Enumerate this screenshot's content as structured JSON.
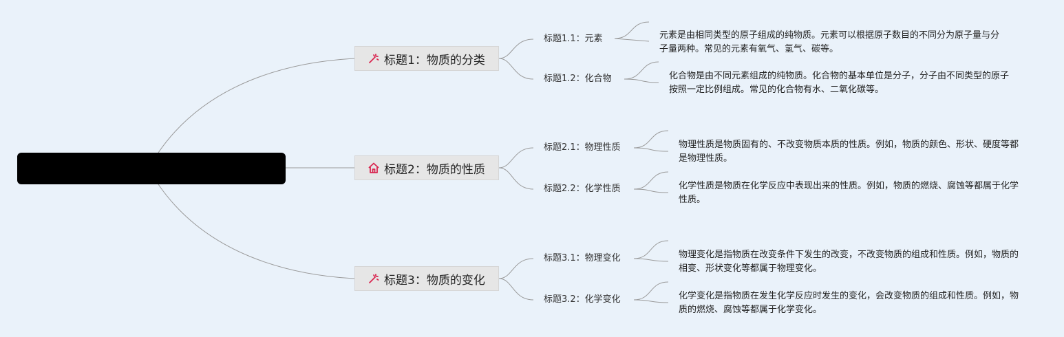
{
  "root": {
    "label": ""
  },
  "topics": [
    {
      "label": "标题1：物质的分类",
      "icon": "magic-wand-icon",
      "subs": [
        {
          "label": "标题1.1：元素",
          "leaf": "元素是由相同类型的原子组成的纯物质。元素可以根据原子数目的不同分为原子量与分子量两种。常见的元素有氧气、氢气、碳等。"
        },
        {
          "label": "标题1.2：化合物",
          "leaf": "化合物是由不同元素组成的纯物质。化合物的基本单位是分子，分子由不同类型的原子按照一定比例组成。常见的化合物有水、二氧化碳等。"
        }
      ]
    },
    {
      "label": "标题2：物质的性质",
      "icon": "house-icon",
      "subs": [
        {
          "label": "标题2.1：物理性质",
          "leaf": "物理性质是物质固有的、不改变物质本质的性质。例如，物质的颜色、形状、硬度等都是物理性质。"
        },
        {
          "label": "标题2.2：化学性质",
          "leaf": "化学性质是物质在化学反应中表现出来的性质。例如，物质的燃烧、腐蚀等都属于化学性质。"
        }
      ]
    },
    {
      "label": "标题3：物质的变化",
      "icon": "magic-wand-icon",
      "subs": [
        {
          "label": "标题3.1：物理变化",
          "leaf": "物理变化是指物质在改变条件下发生的改变，不改变物质的组成和性质。例如，物质的相变、形状变化等都属于物理变化。"
        },
        {
          "label": "标题3.2：化学变化",
          "leaf": "化学变化是指物质在发生化学反应时发生的变化，会改变物质的组成和性质。例如，物质的燃烧、腐蚀等都属于化学变化。"
        }
      ]
    }
  ],
  "colors": {
    "line": "#9a9a9a",
    "icon": "#d9254f",
    "topic_bg": "#e6e6e6",
    "canvas": "#eaf2fa",
    "root": "#000000"
  }
}
